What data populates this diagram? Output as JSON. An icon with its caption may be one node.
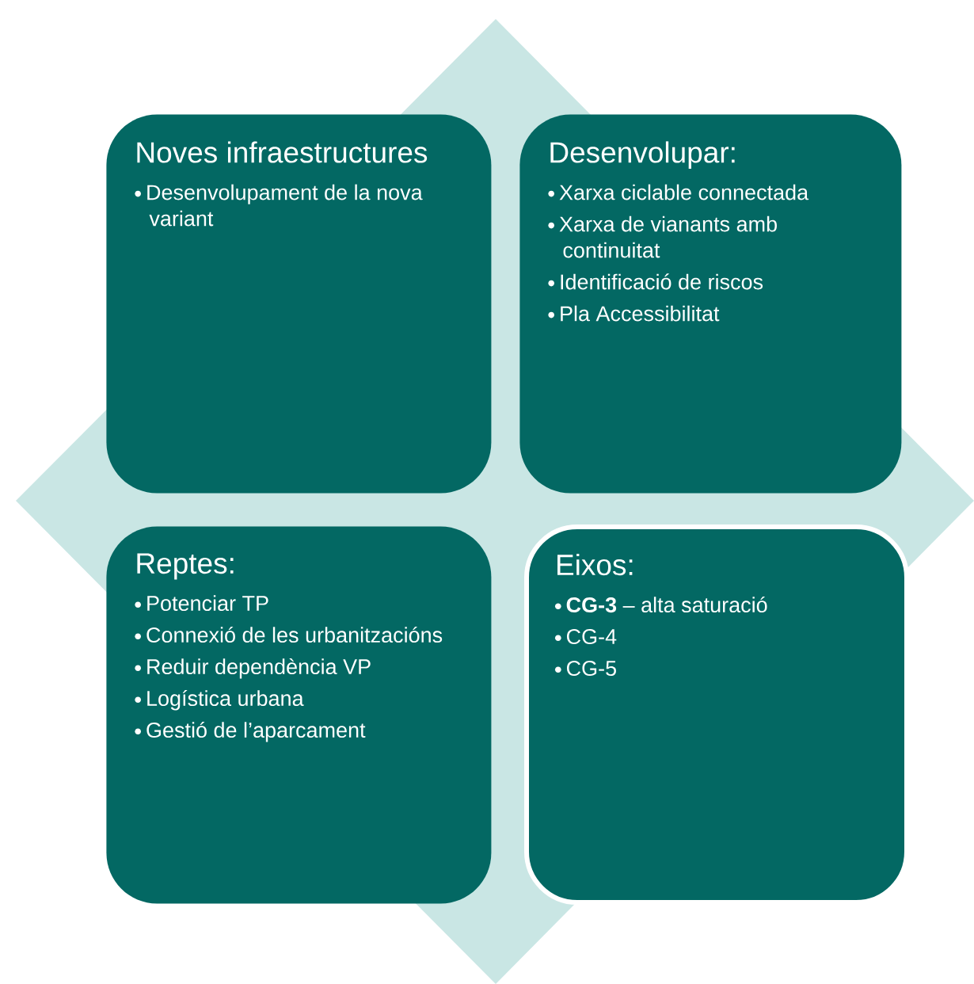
{
  "diagram": {
    "nodes": [
      {
        "text": [
          "Noves infraestructures",
          "Desenvolupament de la nova variant"
        ]
      },
      {
        "text": [
          "Desenvolupar:",
          "Xarxa ciclable connectada",
          "Xarxa de vianants amb continuitat",
          "Identificació de riscos",
          "Pla Accessibilitat"
        ]
      },
      {
        "text": [
          "Reptes:",
          "Potenciar TP",
          "Connexió de les urbanitzacións",
          "Reduir dependència VP",
          "Logística urbana",
          "Gestió de l’aparcament"
        ]
      },
      {
        "text": [
          "Eixos:",
          "**CG-3** – alta saturació",
          "CG-4",
          "CG-5"
        ]
      }
    ]
  }
}
